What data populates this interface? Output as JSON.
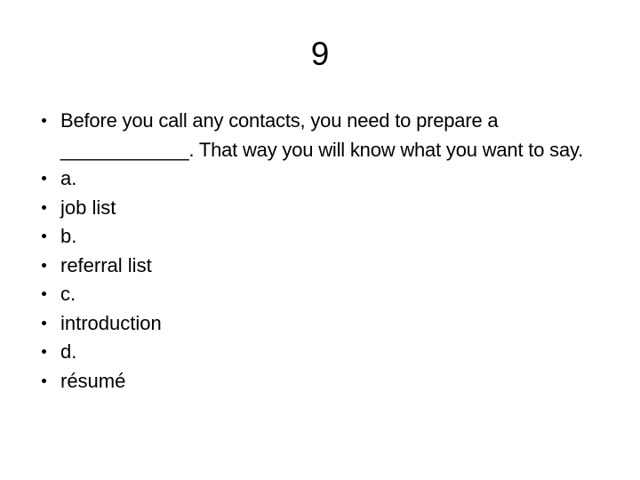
{
  "slide": {
    "title": "9",
    "bullets": [
      {
        "id": "question",
        "text": "Before you call any contacts, you need to prepare a ____________. That way you will know what you want to say."
      },
      {
        "id": "option-a-letter",
        "text": "a."
      },
      {
        "id": "option-a-value",
        "text": "job list"
      },
      {
        "id": "option-b-letter",
        "text": "b."
      },
      {
        "id": "option-b-value",
        "text": "referral list"
      },
      {
        "id": "option-c-letter",
        "text": "c."
      },
      {
        "id": "option-c-value",
        "text": "introduction"
      },
      {
        "id": "option-d-letter",
        "text": "d."
      },
      {
        "id": "option-d-value",
        "text": "résumé"
      }
    ]
  },
  "colors": {
    "background": "#ffffff",
    "text": "#000000"
  }
}
